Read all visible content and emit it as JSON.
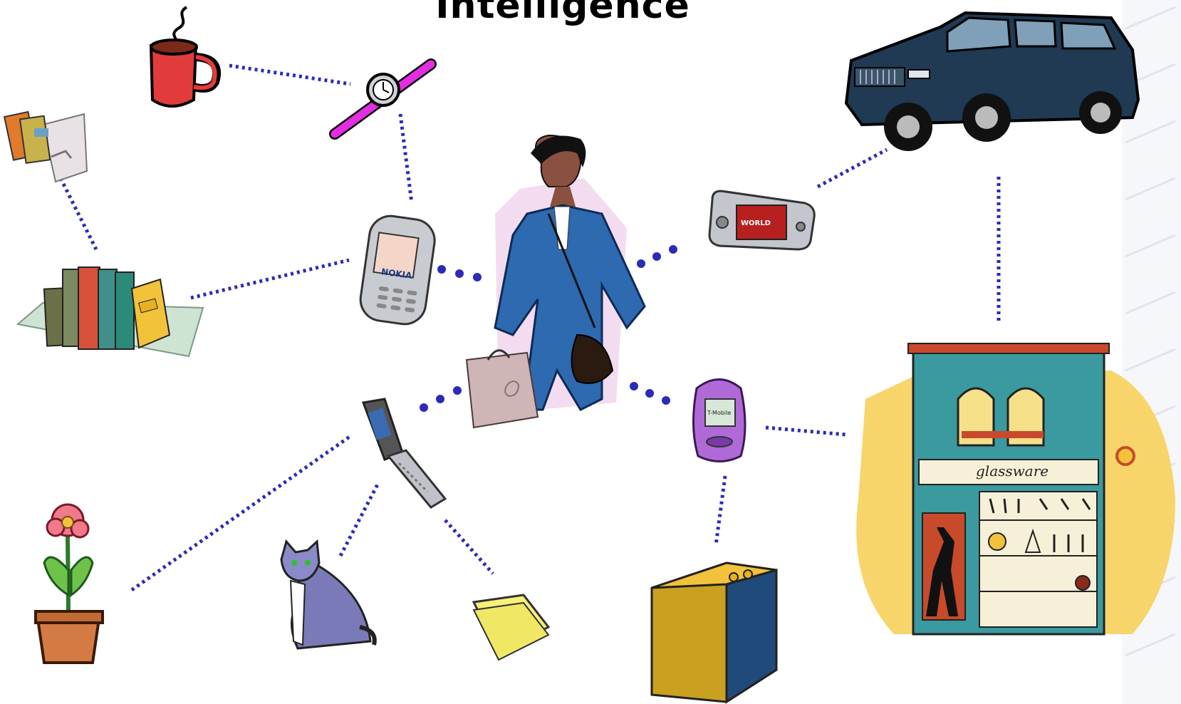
{
  "slide": {
    "title": "Intelligence",
    "accent_color": "#2b2bb8"
  },
  "nodes": {
    "center": "woman-shopper",
    "phones": [
      "nokia-phone",
      "flip-phone",
      "communicator-phone",
      "purple-phone"
    ],
    "objects": [
      "coffee-mug",
      "wristwatch",
      "open-books",
      "bookshelf",
      "flower-pot",
      "cat",
      "sticky-notes",
      "car",
      "shop",
      "washing-machine"
    ]
  },
  "shop": {
    "sign": "glassware"
  },
  "screens": {
    "nokia_brand": "NOKIA",
    "communicator_text": "WORLD",
    "purple_text": "T-Mobile"
  }
}
